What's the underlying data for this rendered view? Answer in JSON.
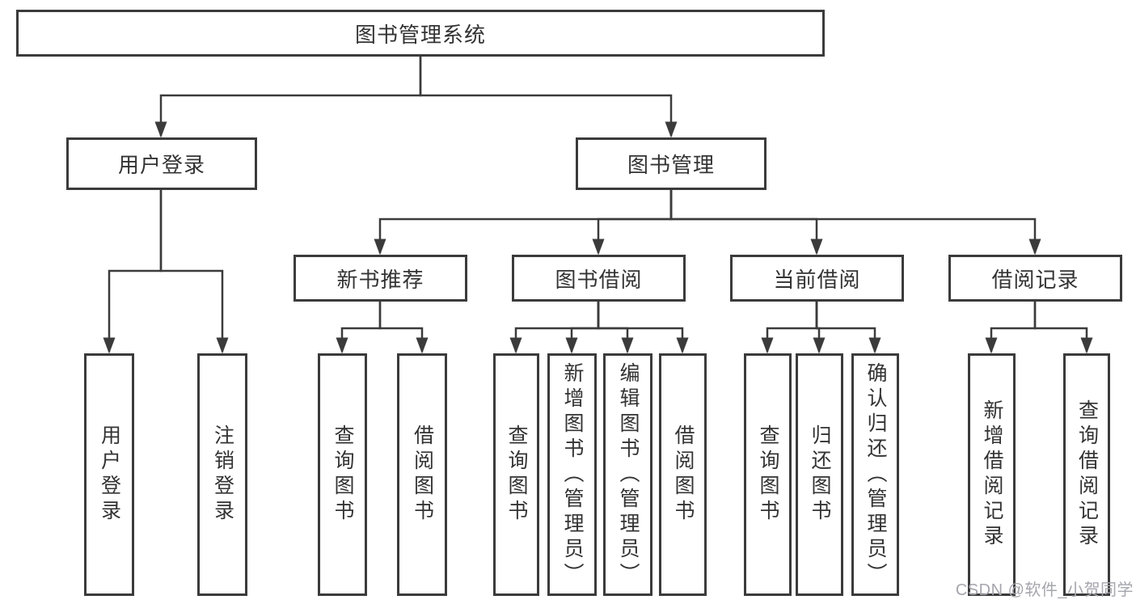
{
  "colors": {
    "background": "#ffffff",
    "line": "#3b3b3b",
    "box_border": "#3b3b3b",
    "text": "#333333",
    "watermark": "#a5a5ad"
  },
  "nodes": {
    "root": {
      "label": "图书管理系统"
    },
    "level2": [
      {
        "id": "user-login",
        "label": "用户登录",
        "parent": "图书管理系统"
      },
      {
        "id": "book-management",
        "label": "图书管理",
        "parent": "图书管理系统"
      }
    ],
    "level3": [
      {
        "id": "new-book-recommendation",
        "label": "新书推荐",
        "parent": "图书管理"
      },
      {
        "id": "book-borrowing",
        "label": "图书借阅",
        "parent": "图书管理"
      },
      {
        "id": "current-borrowing",
        "label": "当前借阅",
        "parent": "图书管理"
      },
      {
        "id": "borrowing-records",
        "label": "借阅记录",
        "parent": "图书管理"
      }
    ],
    "leaves": [
      {
        "label": "用户登录",
        "parent": "用户登录"
      },
      {
        "label": "注销登录",
        "parent": "用户登录"
      },
      {
        "label": "查询图书",
        "parent": "新书推荐"
      },
      {
        "label": "借阅图书",
        "parent": "新书推荐"
      },
      {
        "label": "查询图书",
        "parent": "图书借阅"
      },
      {
        "label": "新增图书（管理员）",
        "parent": "图书借阅"
      },
      {
        "label": "编辑图书（管理员）",
        "parent": "图书借阅"
      },
      {
        "label": "借阅图书",
        "parent": "图书借阅"
      },
      {
        "label": "查询图书",
        "parent": "当前借阅"
      },
      {
        "label": "归还图书",
        "parent": "当前借阅"
      },
      {
        "label": "确认归还（管理员）",
        "parent": "当前借阅"
      },
      {
        "label": "新增借阅记录",
        "parent": "借阅记录"
      },
      {
        "label": "查询借阅记录",
        "parent": "借阅记录"
      }
    ]
  },
  "watermark": {
    "text": "CSDN @软件_小贺同学"
  }
}
